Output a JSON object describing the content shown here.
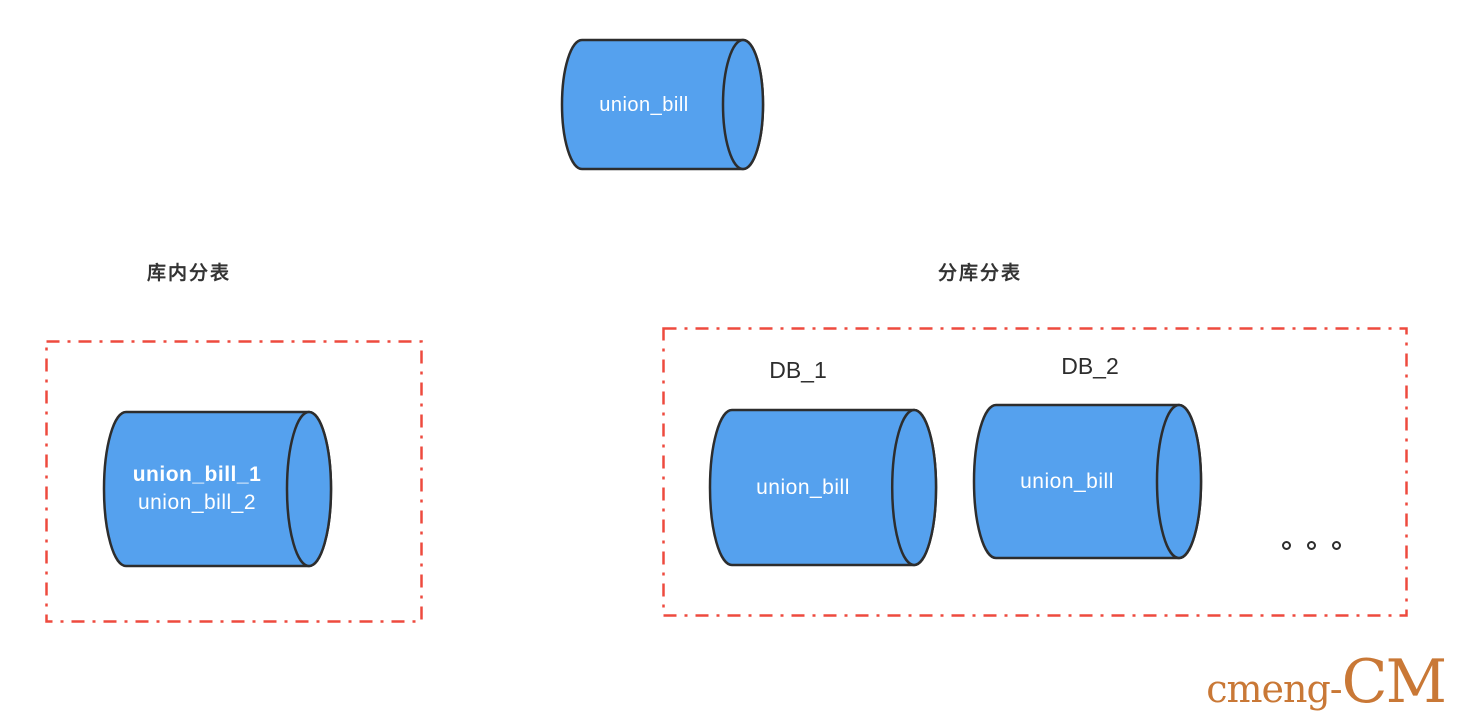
{
  "diagram": {
    "source_table": {
      "label": "union_bill"
    },
    "left_section": {
      "title": "库内分表",
      "cylinder": {
        "line1": "union_bill_1",
        "line2": "union_bill_2"
      }
    },
    "right_section": {
      "title": "分库分表",
      "databases": [
        {
          "name": "DB_1",
          "table": "union_bill"
        },
        {
          "name": "DB_2",
          "table": "union_bill"
        }
      ],
      "more_indicator_dots": 3
    },
    "watermark": {
      "prefix": "cmeng-",
      "suffix": "CM"
    },
    "colors": {
      "cylinder_fill": "#55a1ee",
      "cylinder_stroke": "#2d2d2d",
      "dashed_border": "#ee4a3e",
      "title_text": "#333333",
      "cylinder_text": "#ffffff",
      "watermark": "#c97836"
    }
  }
}
